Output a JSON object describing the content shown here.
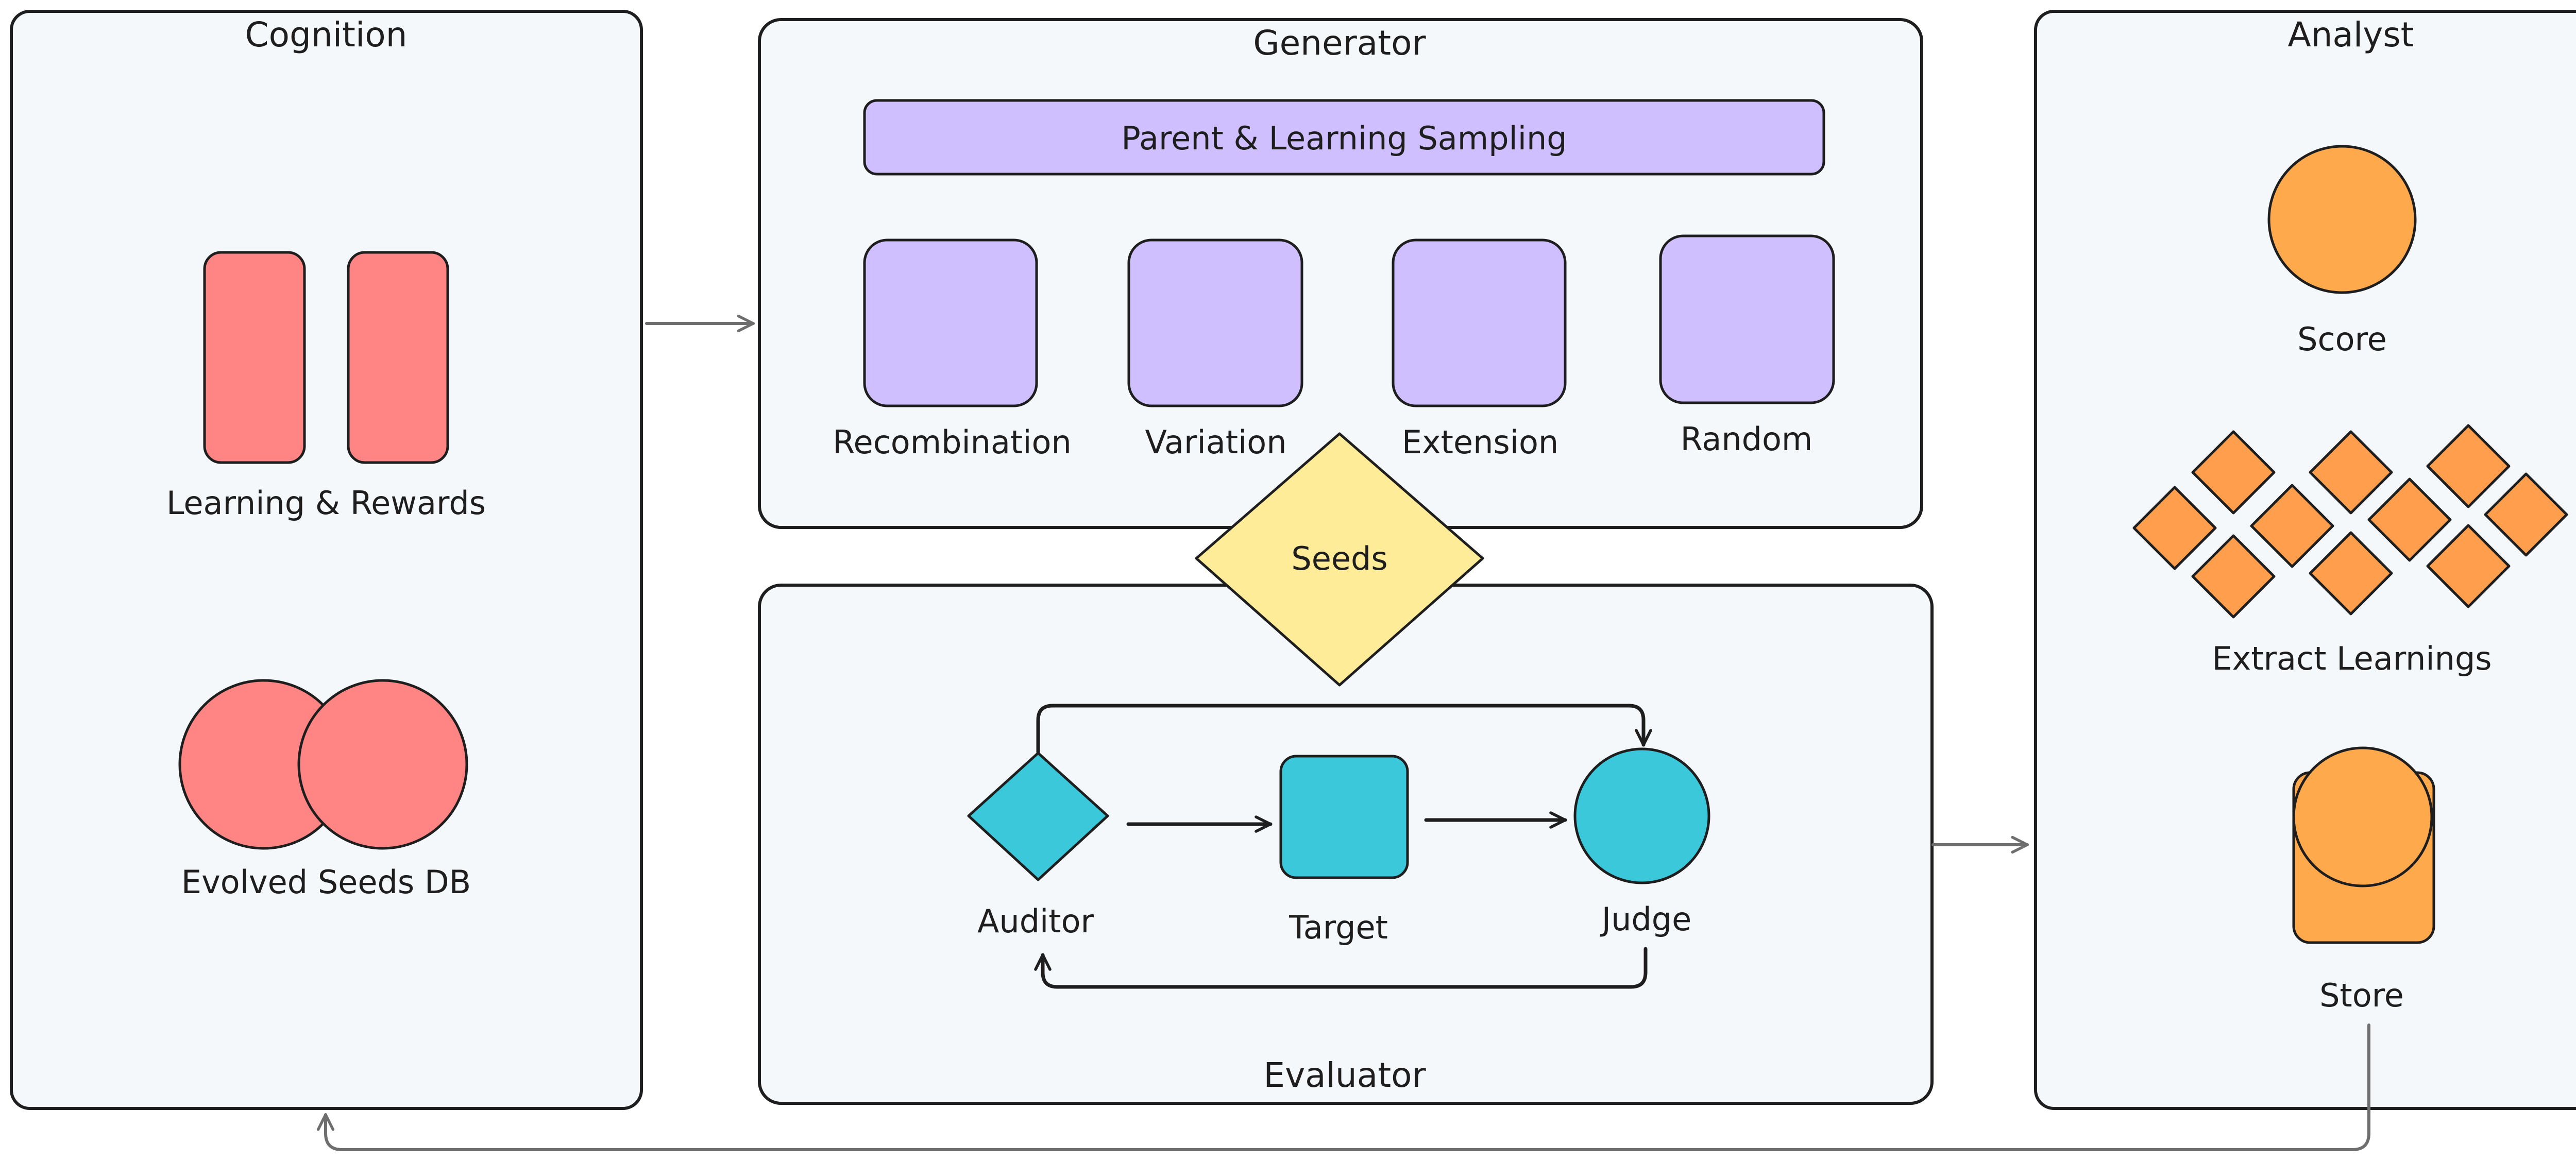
{
  "panels": {
    "cognition": {
      "title": "Cognition",
      "learning_label": "Learning & Rewards",
      "db_label": "Evolved Seeds DB"
    },
    "generator": {
      "title": "Generator",
      "sampling_label": "Parent & Learning Sampling",
      "operators": [
        "Recombination",
        "Variation",
        "Extension",
        "Random"
      ]
    },
    "seeds": {
      "label": "Seeds"
    },
    "evaluator": {
      "title": "Evaluator",
      "nodes": [
        "Auditor",
        "Target",
        "Judge"
      ]
    },
    "analyst": {
      "title": "Analyst",
      "score_label": "Score",
      "extract_label": "Extract Learnings",
      "store_label": "Store"
    }
  },
  "colors": {
    "panel_fill": "#f5f8fb",
    "cognition_shapes": "#ff8585",
    "generator_shapes": "#d0bfff",
    "seeds_diamond": "#ffec99",
    "evaluator_shapes": "#3bc8db",
    "analyst_shapes": "#ffa94d",
    "connector": "#6e6e6e"
  }
}
